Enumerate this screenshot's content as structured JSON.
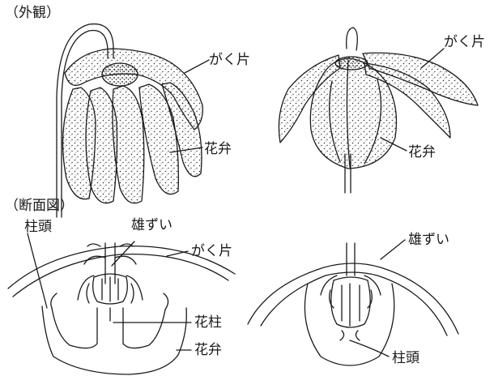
{
  "sections": {
    "exterior": "（外観）",
    "cross_section": "（断面図）"
  },
  "labels": {
    "left_exterior_sepal": "がく片",
    "left_exterior_petal": "花弁",
    "right_exterior_sepal": "がく片",
    "right_exterior_petal": "花弁",
    "left_section_stigma": "柱頭",
    "left_section_stamen": "雄ずい",
    "left_section_sepal": "がく片",
    "left_section_style": "花柱",
    "left_section_petal": "花弁",
    "right_section_stamen": "雄ずい",
    "right_section_stigma": "柱頭"
  },
  "colors": {
    "ink": "#1a1a1a",
    "paper": "#ffffff"
  }
}
